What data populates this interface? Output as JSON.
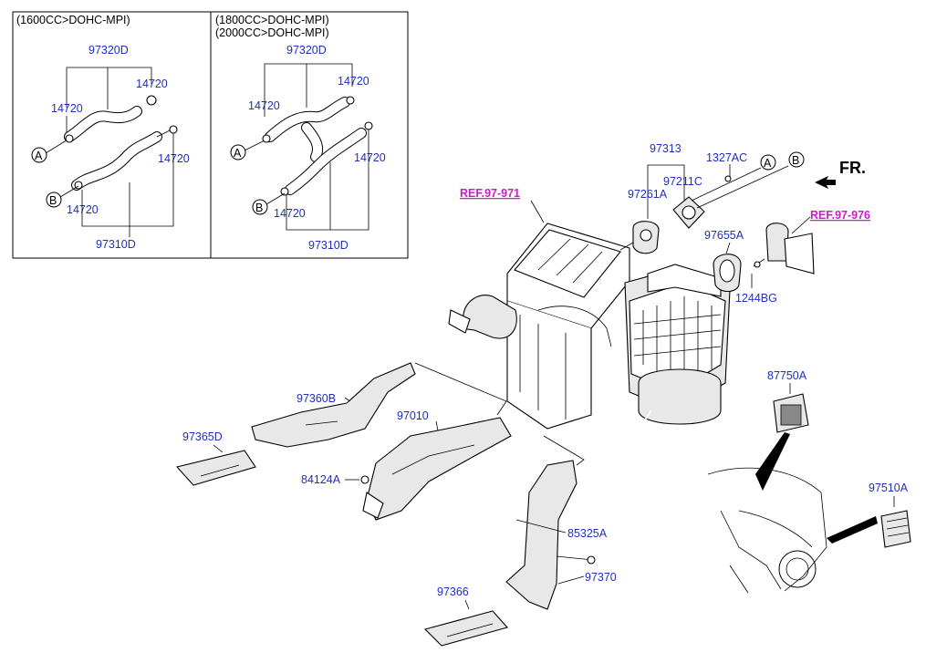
{
  "inset": {
    "left_title": "(1600CC>DOHC-MPI)",
    "right_title_1": "(1800CC>DOHC-MPI)",
    "right_title_2": "(2000CC>DOHC-MPI)",
    "left": {
      "top_hose": "97320D",
      "clamp_top_left": "14720",
      "clamp_top_right": "14720",
      "clamp_bottom_left": "14720",
      "clamp_bottom_right": "14720",
      "bottom_hose": "97310D",
      "marker_a": "A",
      "marker_b": "B"
    },
    "right": {
      "top_hose": "97320D",
      "clamp_top_left": "14720",
      "clamp_top_right": "14720",
      "clamp_bottom_left": "14720",
      "clamp_bottom_right": "14720",
      "bottom_hose": "97310D",
      "marker_a": "A",
      "marker_b": "B"
    }
  },
  "labels": {
    "p97313": "97313",
    "p1327AC": "1327AC",
    "p97211C": "97211C",
    "p97261A": "97261A",
    "p97655A": "97655A",
    "p1244BG": "1244BG",
    "p87750A": "87750A",
    "p97510A": "97510A",
    "p97360B": "97360B",
    "p97365D": "97365D",
    "p97010": "97010",
    "p84124A": "84124A",
    "p85325A": "85325A",
    "p97370": "97370",
    "p97366": "97366"
  },
  "refs": {
    "ref1": "REF.97-971",
    "ref2": "REF.97-976"
  },
  "markers": {
    "a": "A",
    "b": "B"
  },
  "fr": "FR."
}
